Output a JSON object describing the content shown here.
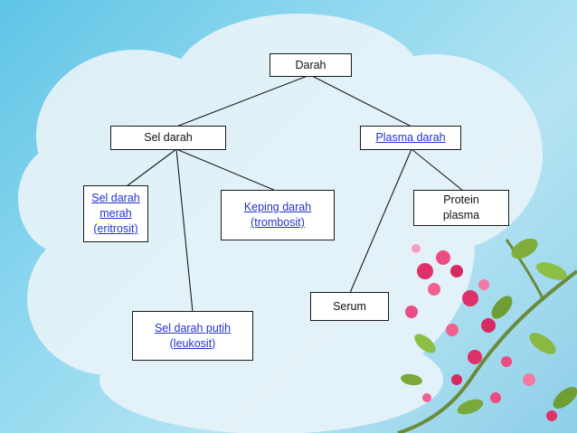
{
  "diagram": {
    "root": {
      "label": "Darah",
      "link": false
    },
    "sel_darah": {
      "label": "Sel darah",
      "link": false
    },
    "plasma_darah": {
      "label": "Plasma darah",
      "link": true
    },
    "eritrosit": {
      "label": "Sel darah\nmerah\n(eritrosit)",
      "link": true
    },
    "trombosit": {
      "label": "Keping darah\n(trombosit)",
      "link": true
    },
    "leukosit": {
      "label": "Sel darah putih\n(leukosit)",
      "link": true
    },
    "protein": {
      "label": "Protein\nplasma",
      "link": false
    },
    "serum": {
      "label": "Serum",
      "link": false
    }
  },
  "colors": {
    "link": "#2233cc",
    "text": "#111111",
    "background": "#8fd8ef",
    "cloud": "#e6f3f8"
  },
  "decoration": {
    "flower_icon": "pink-flower-branch-icon"
  }
}
